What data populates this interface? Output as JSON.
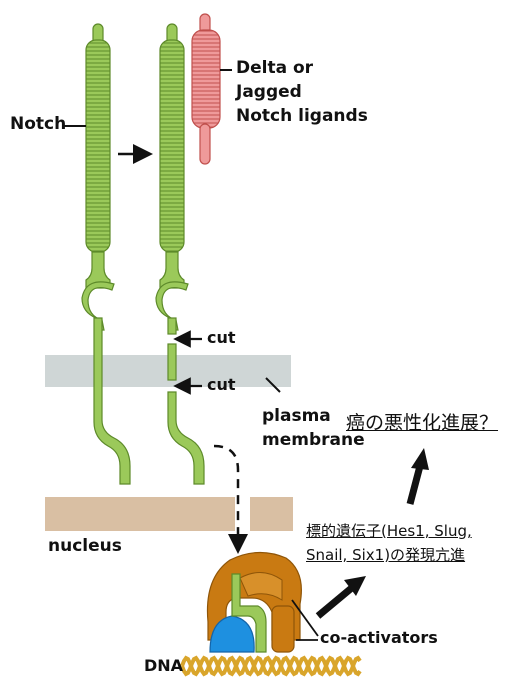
{
  "labels": {
    "notch": "Notch",
    "ligand": [
      "Delta or",
      "Jagged",
      "Notch ligands"
    ],
    "cut1": "cut",
    "cut2": "cut",
    "plasma": [
      "plasma",
      "membrane"
    ],
    "nucleus": "nucleus",
    "coactivators": "co-activators",
    "dna": "DNA",
    "malignancy": "癌の悪性化進展？",
    "target_genes": [
      "標的遺伝子(Hes1, Slug,",
      "Snail, Six1)の発現亢進"
    ]
  },
  "colors": {
    "notch": "#9bc95a",
    "notch_dark": "#5d8a2a",
    "ligand": "#ef9a9a",
    "ligand_dark": "#c0504d",
    "membrane": "#cfd6d6",
    "nuclear_envelope": "#d9bfa3",
    "coactivator": "#c97a12",
    "coactivator_dark": "#8f5508",
    "csl": "#1e90e0",
    "dna": "#d9a52b"
  }
}
